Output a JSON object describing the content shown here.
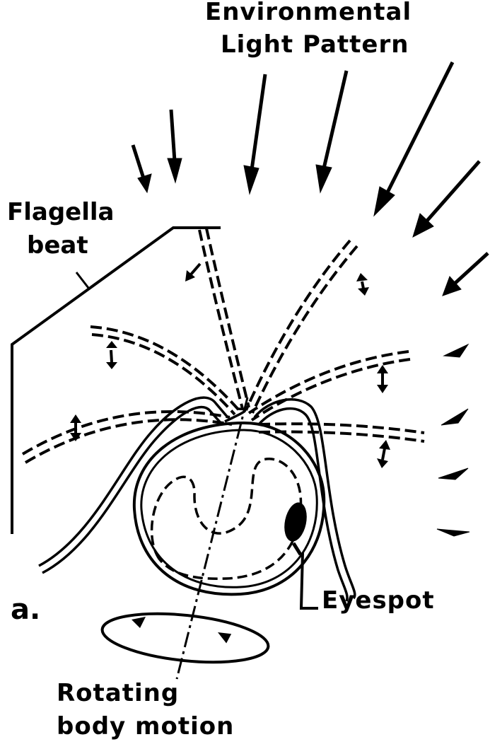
{
  "labels": {
    "light_line1": "Environmental",
    "light_line2": "Light Pattern",
    "flagella_line1": "Flagella",
    "flagella_line2": "beat",
    "panel": "a.",
    "eyespot": "Eyespot",
    "rotation_line1": "Rotating",
    "rotation_line2": "body motion"
  },
  "colors": {
    "ink": "#000000",
    "background": "#ffffff"
  }
}
